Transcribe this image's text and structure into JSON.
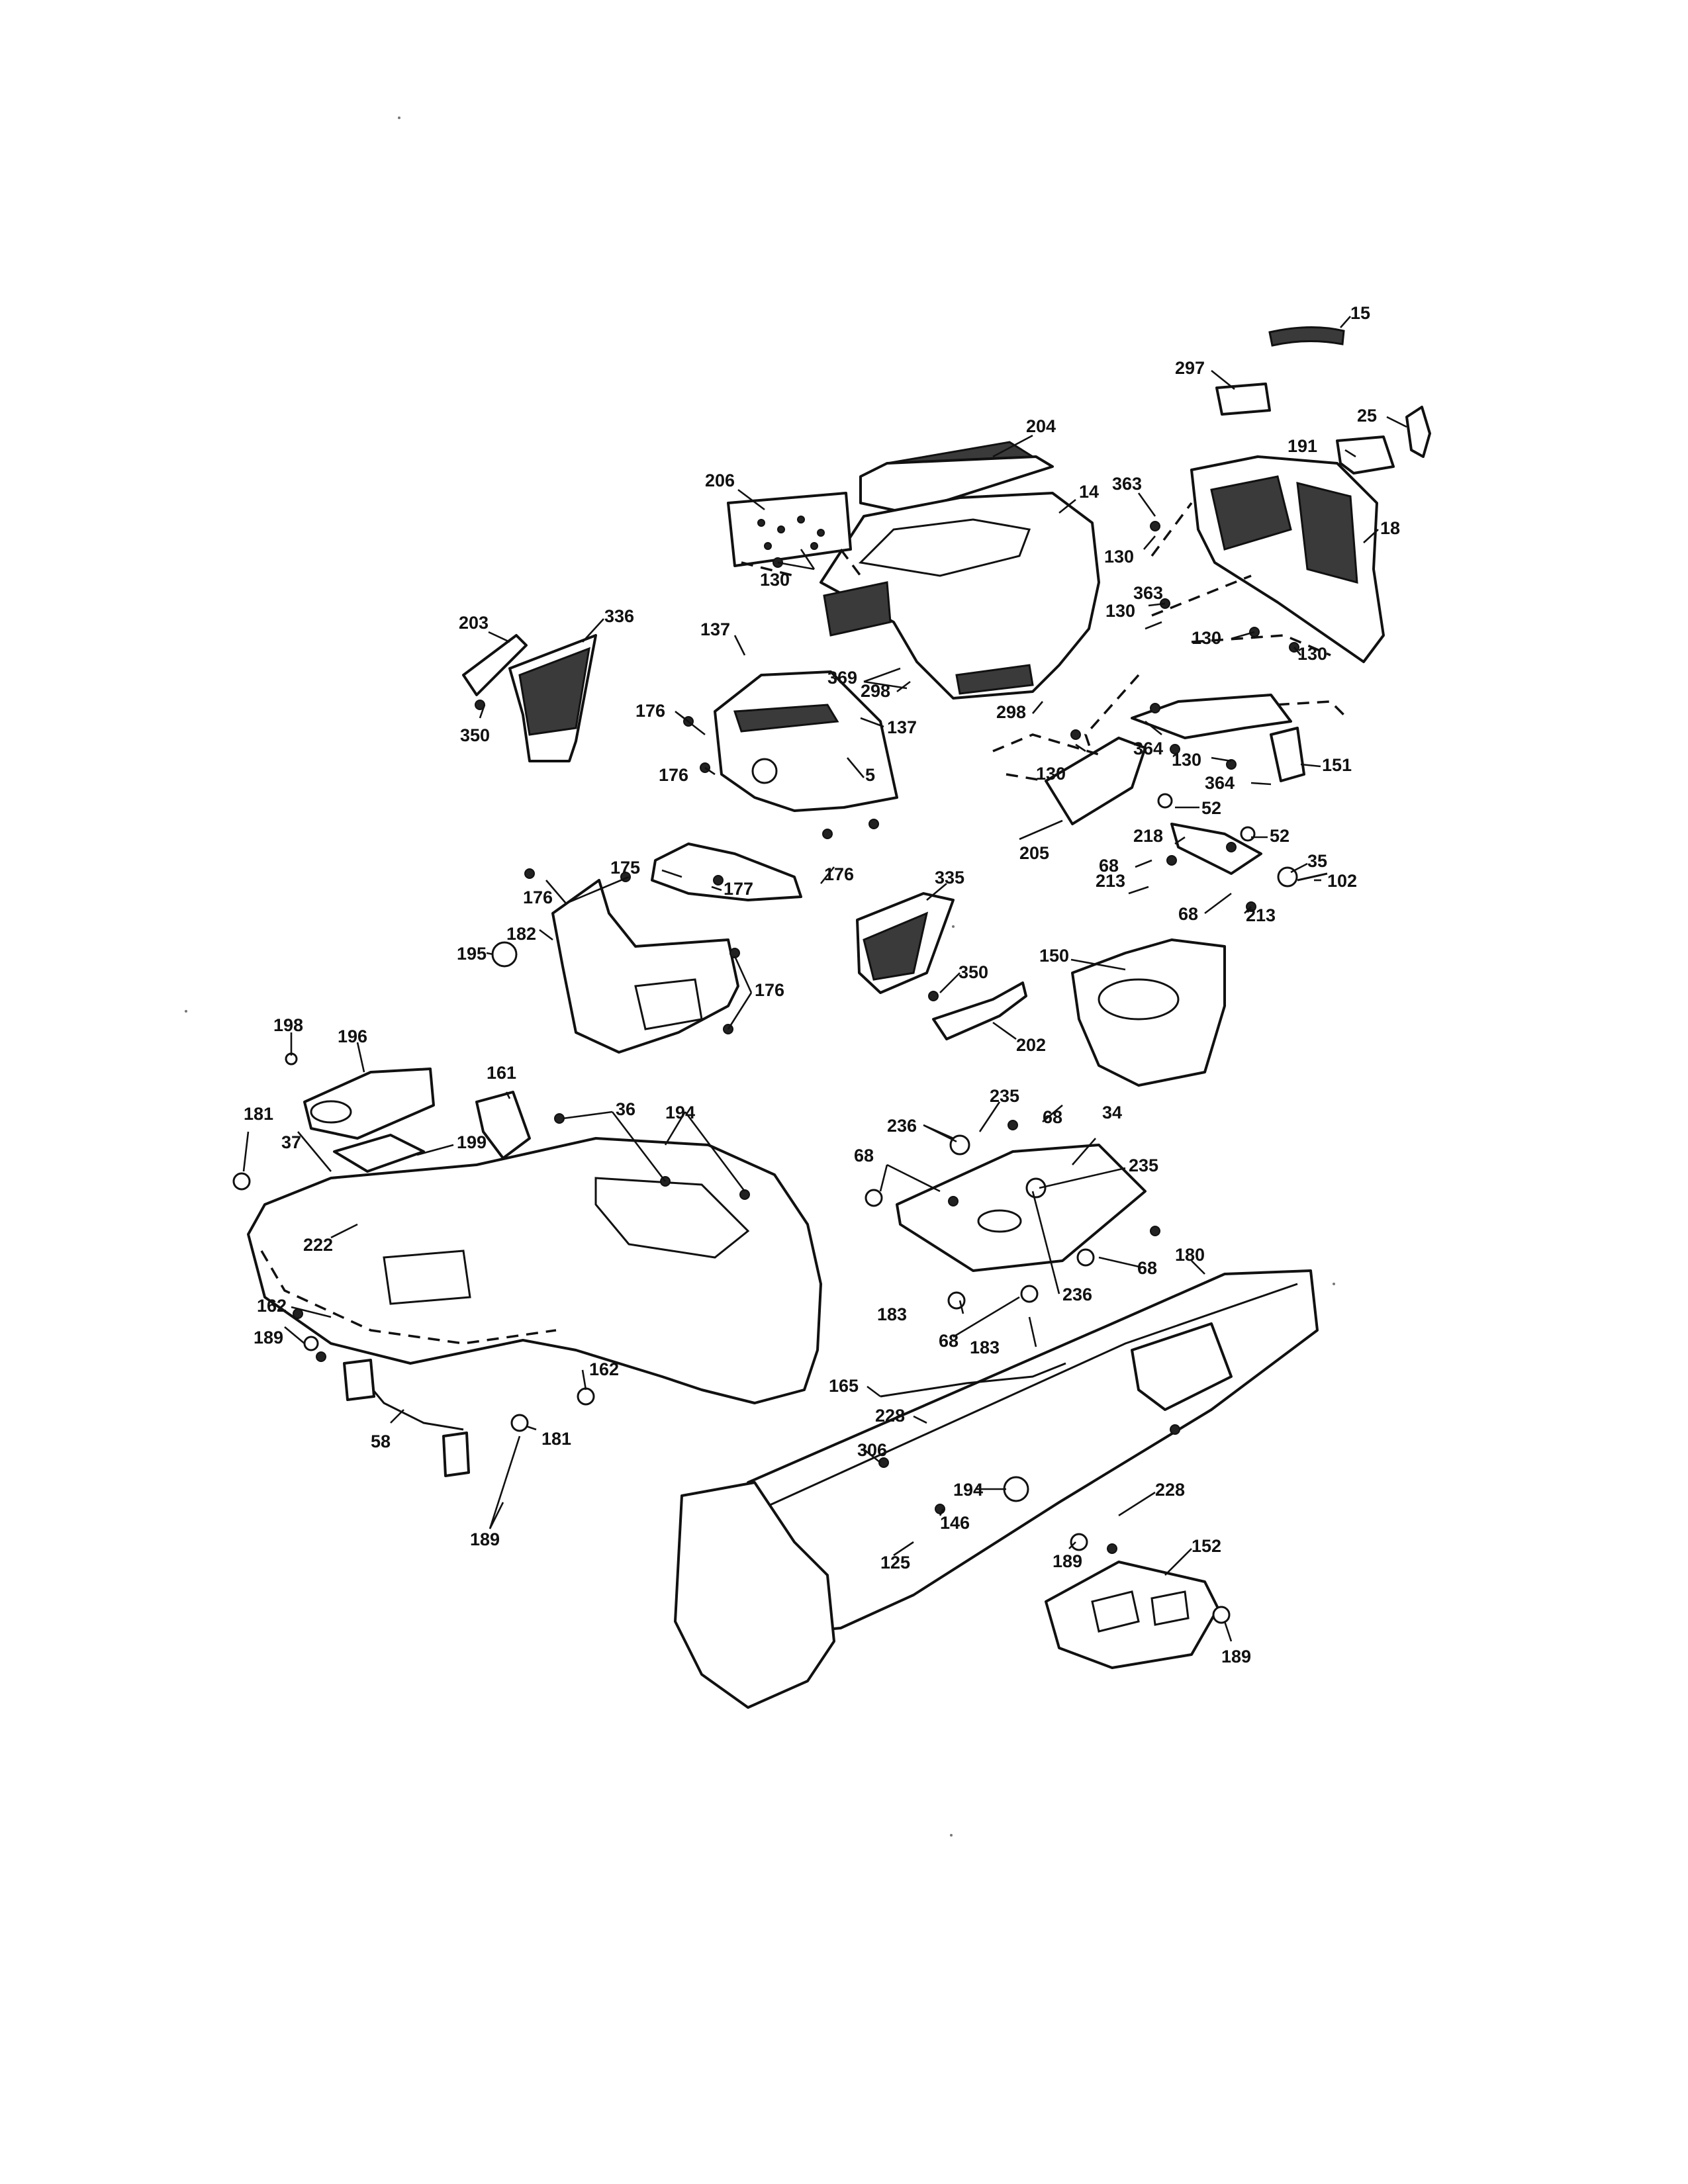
{
  "callouts": [
    {
      "id": "c15",
      "text": "15"
    },
    {
      "id": "c297",
      "text": "297"
    },
    {
      "id": "c25",
      "text": "25"
    },
    {
      "id": "c204",
      "text": "204"
    },
    {
      "id": "c191",
      "text": "191"
    },
    {
      "id": "c206",
      "text": "206"
    },
    {
      "id": "c14",
      "text": "14"
    },
    {
      "id": "c363a",
      "text": "363"
    },
    {
      "id": "c18",
      "text": "18"
    },
    {
      "id": "c130a",
      "text": "130"
    },
    {
      "id": "c130b",
      "text": "130"
    },
    {
      "id": "c363b",
      "text": "363"
    },
    {
      "id": "c130c",
      "text": "130"
    },
    {
      "id": "c130d",
      "text": "130"
    },
    {
      "id": "c130e",
      "text": "130"
    },
    {
      "id": "c203",
      "text": "203"
    },
    {
      "id": "c336",
      "text": "336"
    },
    {
      "id": "c137a",
      "text": "137"
    },
    {
      "id": "c369",
      "text": "369"
    },
    {
      "id": "c298a",
      "text": "298"
    },
    {
      "id": "c350a",
      "text": "350"
    },
    {
      "id": "c176a",
      "text": "176"
    },
    {
      "id": "c137b",
      "text": "137"
    },
    {
      "id": "c298b",
      "text": "298"
    },
    {
      "id": "c364a",
      "text": "364"
    },
    {
      "id": "c130f",
      "text": "130"
    },
    {
      "id": "c5",
      "text": "5"
    },
    {
      "id": "c176b",
      "text": "176"
    },
    {
      "id": "c130g",
      "text": "130"
    },
    {
      "id": "c151",
      "text": "151"
    },
    {
      "id": "c364b",
      "text": "364"
    },
    {
      "id": "c52a",
      "text": "52"
    },
    {
      "id": "c175",
      "text": "175"
    },
    {
      "id": "c218",
      "text": "218"
    },
    {
      "id": "c52b",
      "text": "52"
    },
    {
      "id": "c177",
      "text": "177"
    },
    {
      "id": "c176c",
      "text": "176"
    },
    {
      "id": "c205",
      "text": "205"
    },
    {
      "id": "c35",
      "text": "35"
    },
    {
      "id": "c68a",
      "text": "68"
    },
    {
      "id": "c176d",
      "text": "176"
    },
    {
      "id": "c213a",
      "text": "213"
    },
    {
      "id": "c102",
      "text": "102"
    },
    {
      "id": "c335",
      "text": "335"
    },
    {
      "id": "c68b",
      "text": "68"
    },
    {
      "id": "c213b",
      "text": "213"
    },
    {
      "id": "c182",
      "text": "182"
    },
    {
      "id": "c150",
      "text": "150"
    },
    {
      "id": "c195",
      "text": "195"
    },
    {
      "id": "c350b",
      "text": "350"
    },
    {
      "id": "c176e",
      "text": "176"
    },
    {
      "id": "c202",
      "text": "202"
    },
    {
      "id": "c198",
      "text": "198"
    },
    {
      "id": "c196",
      "text": "196"
    },
    {
      "id": "c161",
      "text": "161"
    },
    {
      "id": "c235a",
      "text": "235"
    },
    {
      "id": "c36",
      "text": "36"
    },
    {
      "id": "c194a",
      "text": "194"
    },
    {
      "id": "c68c",
      "text": "68"
    },
    {
      "id": "c181a",
      "text": "181"
    },
    {
      "id": "c236a",
      "text": "236"
    },
    {
      "id": "c34",
      "text": "34"
    },
    {
      "id": "c37",
      "text": "37"
    },
    {
      "id": "c199",
      "text": "199"
    },
    {
      "id": "c68d",
      "text": "68"
    },
    {
      "id": "c235b",
      "text": "235"
    },
    {
      "id": "c222",
      "text": "222"
    },
    {
      "id": "c68e",
      "text": "68"
    },
    {
      "id": "c180",
      "text": "180"
    },
    {
      "id": "c236b",
      "text": "236"
    },
    {
      "id": "c162a",
      "text": "162"
    },
    {
      "id": "c183a",
      "text": "183"
    },
    {
      "id": "c68f",
      "text": "68"
    },
    {
      "id": "c189a",
      "text": "189"
    },
    {
      "id": "c183b",
      "text": "183"
    },
    {
      "id": "c162b",
      "text": "162"
    },
    {
      "id": "c165",
      "text": "165"
    },
    {
      "id": "c228a",
      "text": "228"
    },
    {
      "id": "c58",
      "text": "58"
    },
    {
      "id": "c181b",
      "text": "181"
    },
    {
      "id": "c306",
      "text": "306"
    },
    {
      "id": "c194b",
      "text": "194"
    },
    {
      "id": "c228b",
      "text": "228"
    },
    {
      "id": "c146",
      "text": "146"
    },
    {
      "id": "c189b",
      "text": "189"
    },
    {
      "id": "c152",
      "text": "152"
    },
    {
      "id": "c125",
      "text": "125"
    },
    {
      "id": "c189c",
      "text": "189"
    },
    {
      "id": "c189d",
      "text": "189"
    }
  ]
}
